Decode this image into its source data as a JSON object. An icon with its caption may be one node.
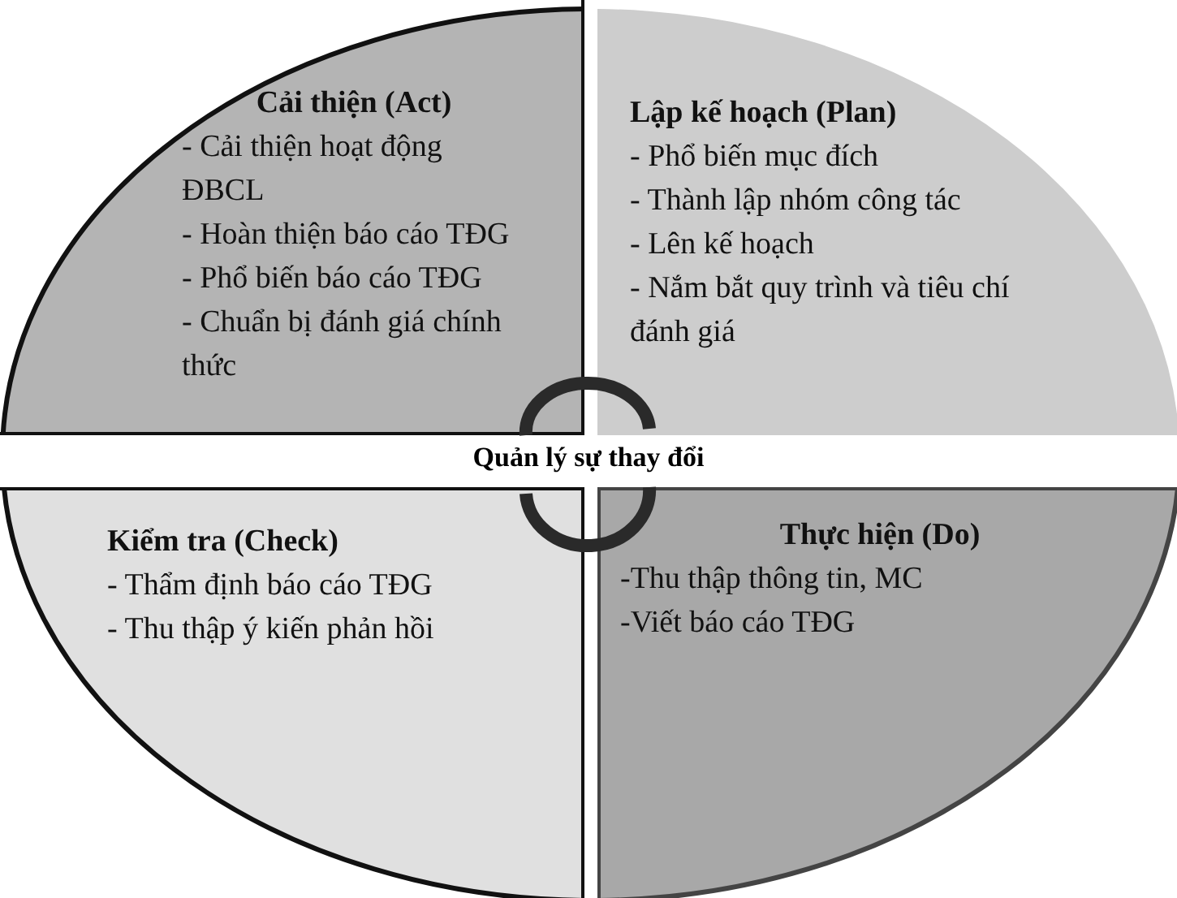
{
  "diagram": {
    "nodes": [
      {
        "text": [
          "Cải thiện (Act)",
          "- Cải thiện hoạt động ĐBCL",
          "- Hoàn thiện báo cáo TĐG",
          "- Phổ biến báo cáo TĐG",
          "- Chuẩn bị đánh giá chính thức"
        ]
      },
      {
        "text": [
          "Lập kế hoạch (Plan)",
          "- Phổ biến mục đích",
          "- Thành lập nhóm công tác",
          "- Lên kế hoạch",
          "- Nắm bắt quy trình và tiêu chí đánh giá"
        ]
      },
      {
        "text": [
          "Thực hiện (Do)",
          "-Thu thập thông tin, MC",
          "-Viết báo cáo TĐG"
        ]
      },
      {
        "text": [
          "Kiểm tra (Check)",
          "- Thẩm định báo cáo TĐG",
          "- Thu thập ý kiến phản hồi"
        ]
      }
    ],
    "labels": [
      "Quản lý sự thay đổi"
    ]
  }
}
